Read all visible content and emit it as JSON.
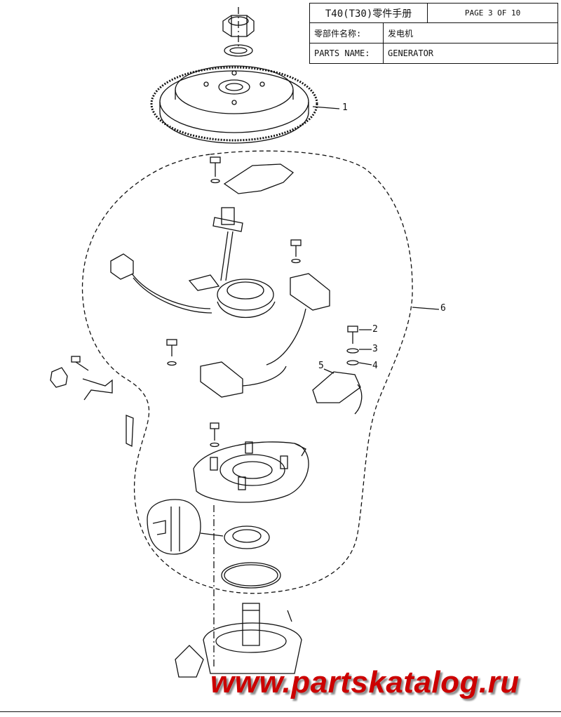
{
  "header": {
    "title": "T40(T30)零件手册",
    "page": "PAGE 3 OF 10",
    "part_name_label_cn": "零部件名称:",
    "part_name_value_cn": "发电机",
    "part_name_label_en": "PARTS NAME:",
    "part_name_value_en": "GENERATOR"
  },
  "callouts": [
    "1",
    "2",
    "3",
    "4",
    "5",
    "6"
  ],
  "watermark": "www.partskatalog.ru",
  "colors": {
    "line": "#111111",
    "watermark": "#cc0000"
  }
}
